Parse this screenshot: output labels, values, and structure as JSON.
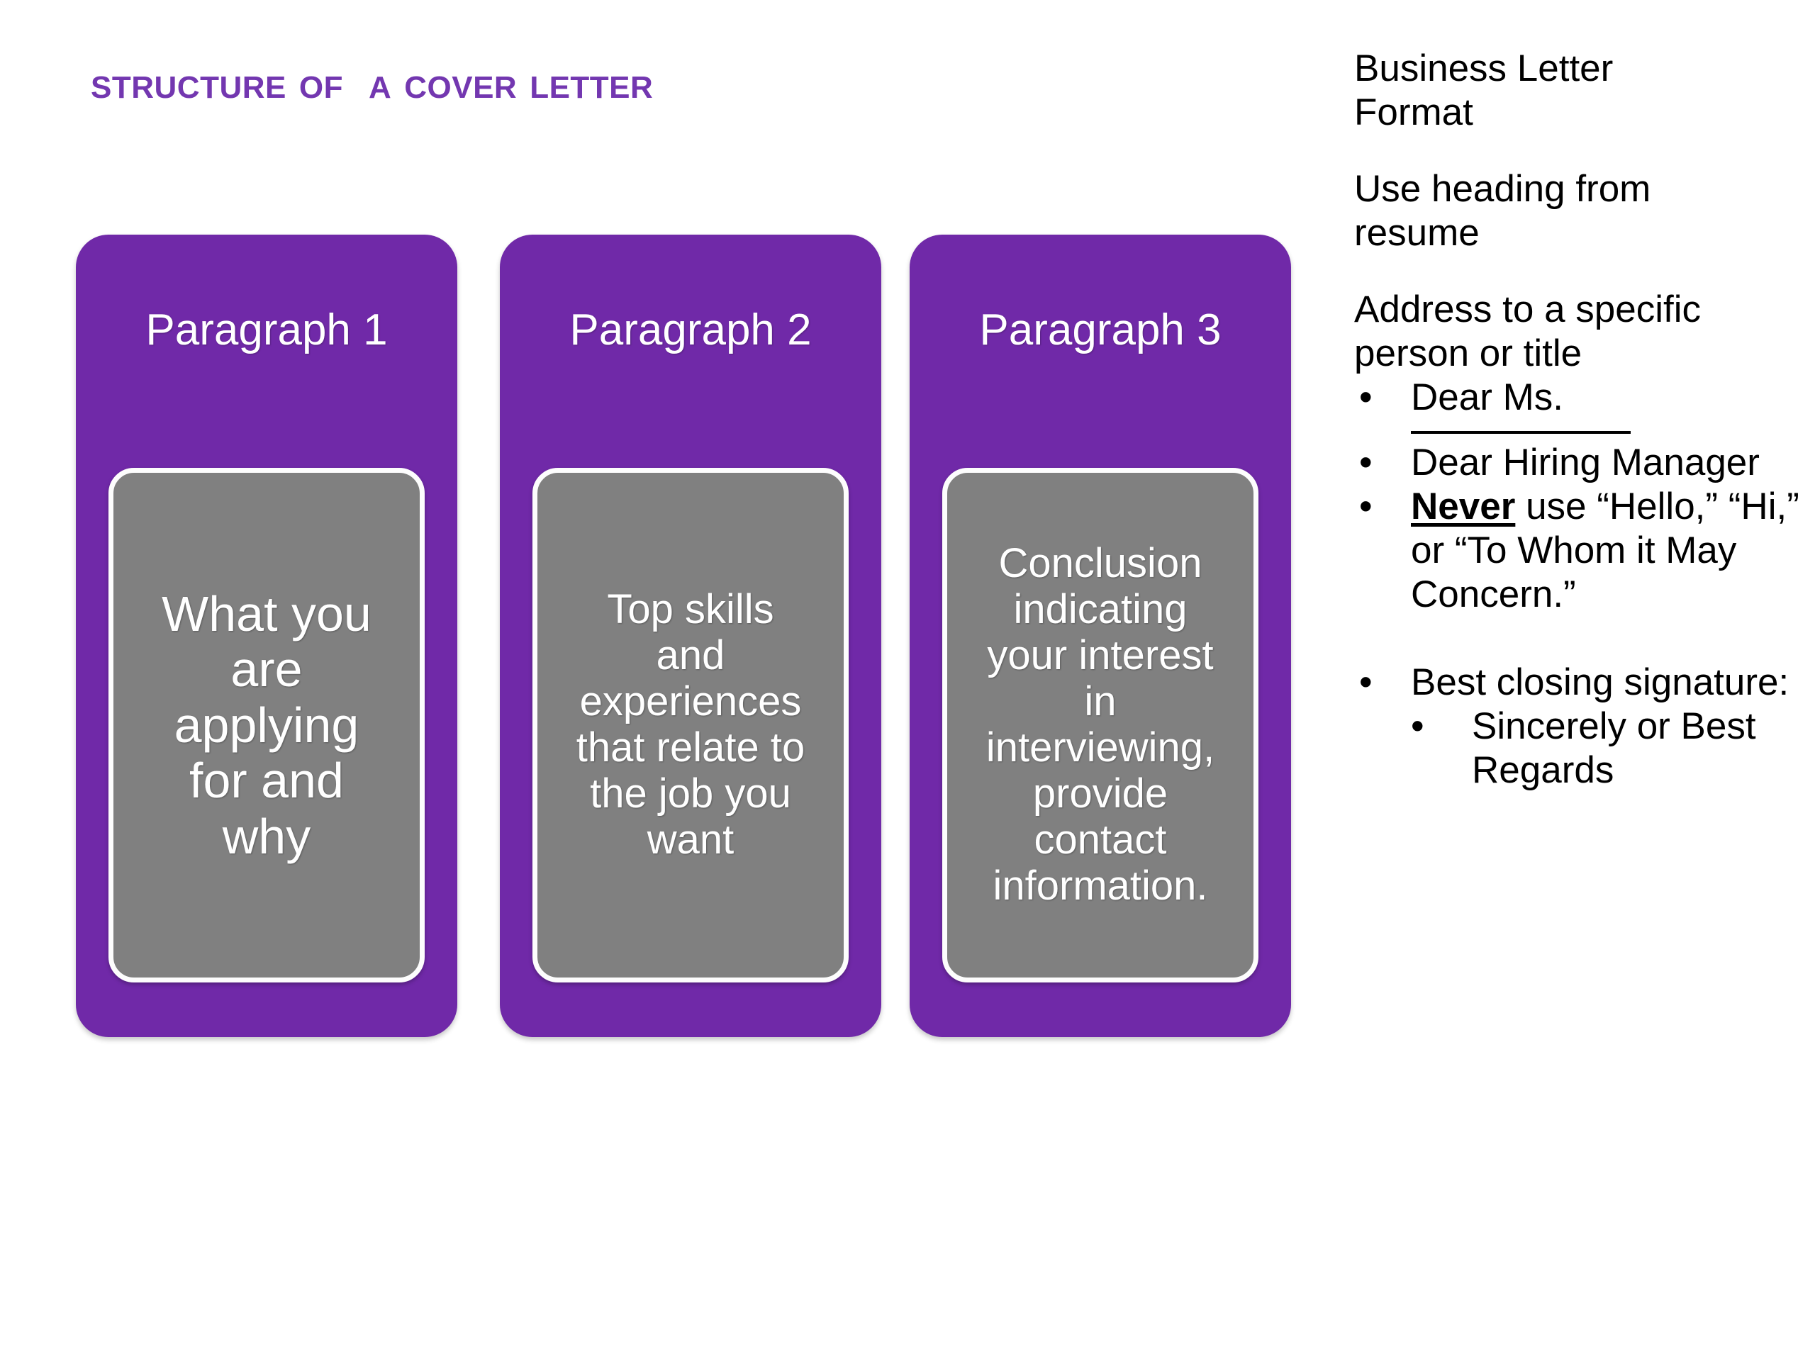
{
  "colors": {
    "card_purple": "#7029A8",
    "title_purple": "#7337B0",
    "card_inner_gray": "#808080",
    "card_text_white": "#FFFFFF",
    "notes_text_black": "#000000"
  },
  "slide": {
    "title": "Structure of  a cover letter"
  },
  "cards": [
    {
      "heading": "Paragraph 1",
      "body": "What you\nare\napplying\nfor and\nwhy"
    },
    {
      "heading": "Paragraph 2",
      "body": "Top skills\nand\nexperiences\nthat relate to\nthe job you\nwant"
    },
    {
      "heading": "Paragraph 3",
      "body": "Conclusion\nindicating\nyour interest\nin\ninterviewing,\nprovide\ncontact\ninformation."
    }
  ],
  "notes": {
    "heading_block": "Business Letter\nFormat",
    "use_heading_block": "Use heading from\nresume",
    "address_block": "Address to a specific\nperson or title",
    "bullet_dear_ms": "Dear Ms.",
    "bullet_dear_hiring_manager": "Dear Hiring Manager",
    "bullet_never_word": "Never",
    "bullet_never_rest": " use “Hello,” “Hi,” or “To Whom it May Concern.”",
    "bullet_best_closing": "Best closing signature:",
    "sub_bullet_sincerely": "Sincerely or Best Regards",
    "bullet_glyph": "•"
  }
}
